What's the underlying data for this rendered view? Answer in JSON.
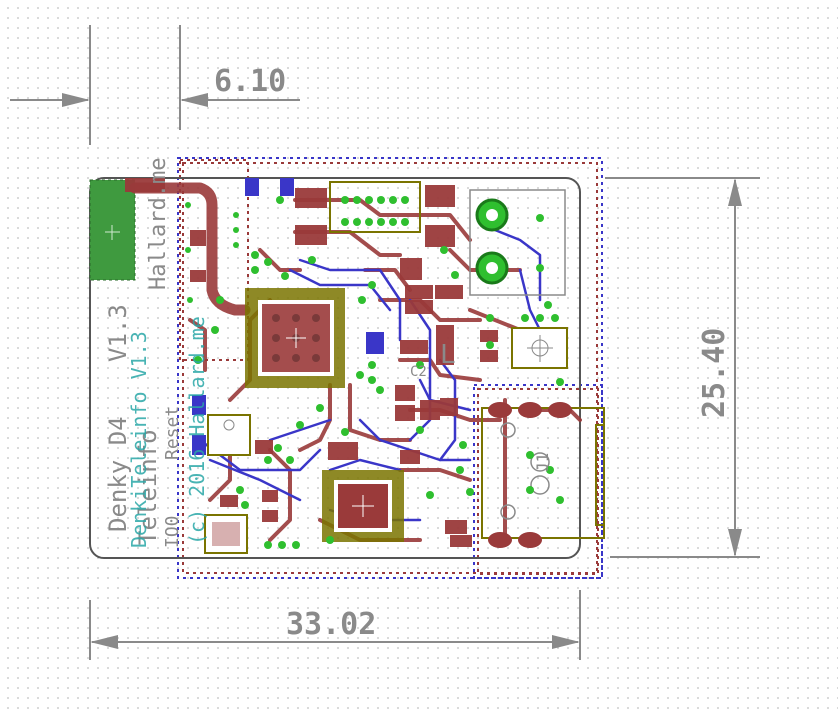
{
  "dimensions": {
    "top_offset": "6.10",
    "width": "33.02",
    "height": "25.40"
  },
  "board_text": {
    "line1": "DenkiTeleinfo V1.3",
    "line2": "(c) 2016 Hallard.me",
    "line3_raw": "Teleinfo",
    "name_a": "Denky D4",
    "name_b": "Teleinfo",
    "site": "Hallard.me",
    "version": "V1.3",
    "reset": "Reset",
    "io0": "IO0",
    "c2": "C2",
    "j1": "J1",
    "l_big": "L"
  },
  "colors": {
    "copper_top": "#9a3a3a",
    "copper_bottom": "#3a36c8",
    "pad": "#7a7400",
    "via": "#2fbf2f",
    "silk": "#8a8a8a",
    "outline": "#555555"
  }
}
